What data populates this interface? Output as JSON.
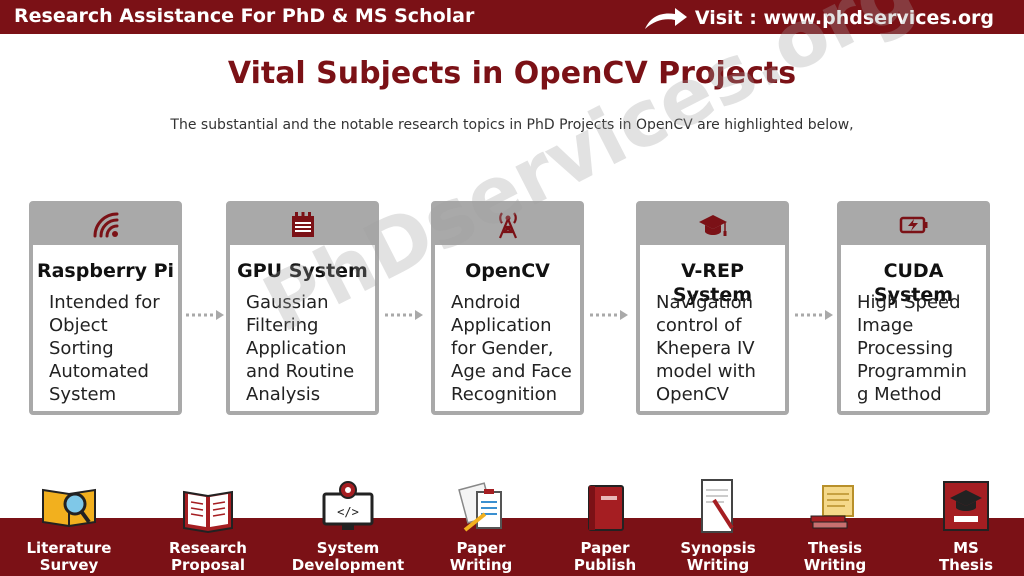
{
  "header": {
    "brand": "Research Assistance For PhD & MS Scholar",
    "visit": "Visit : www.phdservices.org"
  },
  "title": "Vital Subjects in OpenCV Projects",
  "subtitle": "The substantial and the notable research topics in PhD Projects in OpenCV are highlighted below,",
  "watermark": "PhDservices.org",
  "colors": {
    "brand": "#7b1116",
    "card_border": "#a9a9a9"
  },
  "cards": [
    {
      "icon": "wifi-icon",
      "name": "Raspberry Pi",
      "desc": "Intended for Object Sorting Automated System"
    },
    {
      "icon": "calendar-icon",
      "name": "GPU System",
      "desc": "Gaussian Filtering Application and Routine Analysis"
    },
    {
      "icon": "antenna-tower-icon",
      "name": "OpenCV",
      "desc": "Android Application for Gender, Age and Face Recognition"
    },
    {
      "icon": "graduation-cap-icon",
      "name": "V-REP System",
      "desc": "Navigation control of Khepera IV model with OpenCV"
    },
    {
      "icon": "battery-charging-icon",
      "name": "CUDA System",
      "desc": "High Speed Image Processing Programmin g Method"
    }
  ],
  "footer": [
    {
      "icon": "magnifier-book-icon",
      "line1": "Literature",
      "line2": "Survey"
    },
    {
      "icon": "open-book-icon",
      "line1": "Research",
      "line2": "Proposal"
    },
    {
      "icon": "monitor-code-icon",
      "line1": "System",
      "line2": "Development"
    },
    {
      "icon": "clipboard-pen-icon",
      "line1": "Paper",
      "line2": "Writing"
    },
    {
      "icon": "red-book-icon",
      "line1": "Paper",
      "line2": "Publish"
    },
    {
      "icon": "paper-pen-icon",
      "line1": "Synopsis",
      "line2": "Writing"
    },
    {
      "icon": "scroll-books-icon",
      "line1": "Thesis",
      "line2": "Writing"
    },
    {
      "icon": "graduate-board-icon",
      "line1": "MS",
      "line2": "Thesis"
    }
  ]
}
